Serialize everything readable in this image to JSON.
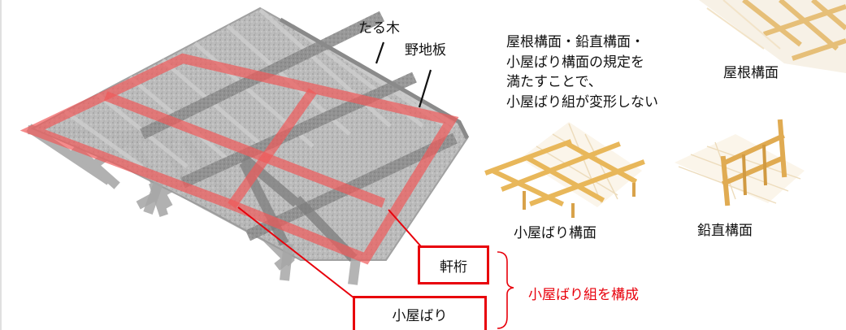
{
  "labels": {
    "taruki": "たる木",
    "nojiita": "野地板",
    "yane_kochimen": "屋根構面",
    "koyabari_kochimen": "小屋ばり構面",
    "enchoku_kochimen": "鉛直構面"
  },
  "note": {
    "lines": [
      "屋根構面・鉛直構面・",
      "小屋ばり構面の規定を",
      "満たすことで、",
      "小屋ばり組が変形しない"
    ]
  },
  "callouts": {
    "nokigeta": "軒桁",
    "koyabari": "小屋ばり",
    "bracket_text": "小屋ばり組を構成"
  },
  "colors": {
    "accent_red": "#e8000b",
    "frame_red": "#f05a5a",
    "timber": "#e8b75a",
    "gray_model": "#9a9a9a"
  }
}
